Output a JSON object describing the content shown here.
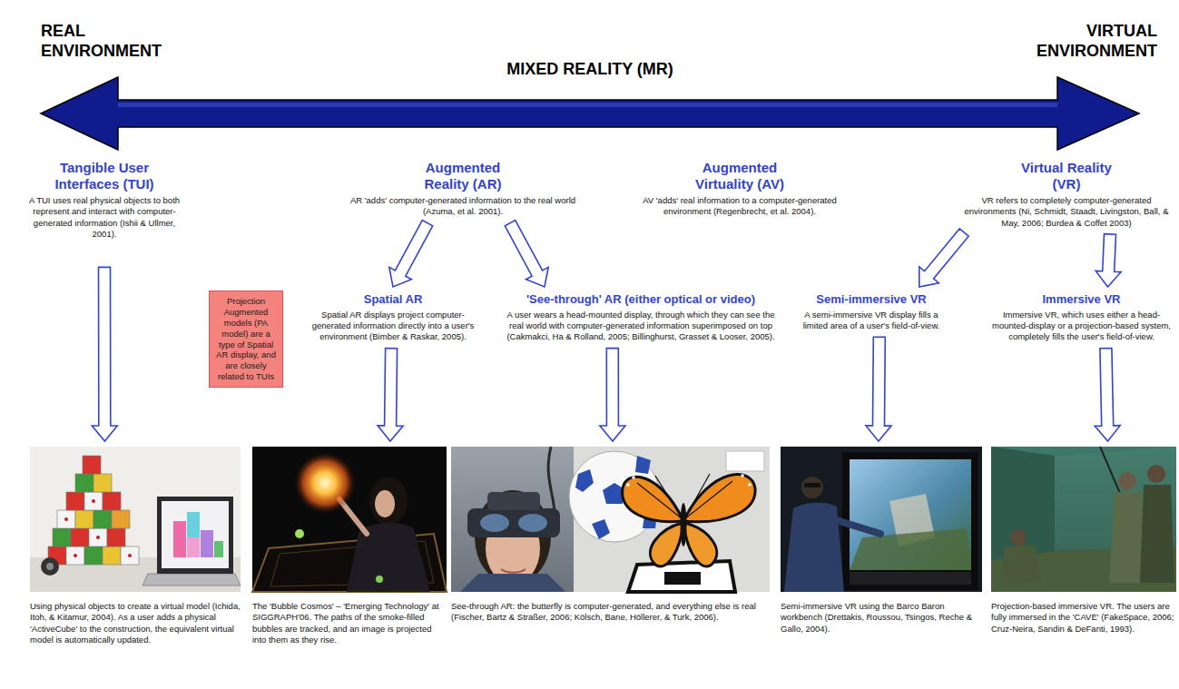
{
  "diagram": {
    "nodes": [
      {
        "text": [
          "Tangible User Interfaces (TUI)",
          "A TUI uses real physical objects to both represent and interact with computer-generated information (Ishii & Ullmer, 2001)."
        ]
      },
      {
        "text": [
          "Augmented Reality (AR)",
          "AR 'adds' computer-generated information to the real world (Azuma, et al. 2001)."
        ]
      },
      {
        "text": [
          "Augmented Virtuality (AV)",
          "AV 'adds' real information to a computer-generated environment (Regenbrecht, et al. 2004)."
        ]
      },
      {
        "text": [
          "Virtual Reality (VR)",
          "VR refers to completely computer-generated environments (Ni, Schmidt, Staadt, Livingston, Ball, & May, 2006; Burdea & Coffet 2003)"
        ]
      },
      {
        "text": [
          "Projection Augmented models (PA model) are a type of Spatial AR display, and are closely related to TUIs"
        ]
      },
      {
        "text": [
          "Spatial AR",
          "Spatial AR displays project computer-generated information directly into a user's environment (Bimber & Raskar, 2005)."
        ]
      },
      {
        "text": [
          "'See-through' AR (either optical or video)",
          "A user wears a head-mounted display, through which they can see the real world with computer-generated information superimposed on top (Cakmakci, Ha & Rolland, 2005; Billinghurst, Grasset & Looser, 2005)."
        ]
      },
      {
        "text": [
          "Semi-immersive VR",
          "A semi-immersive VR display fills a limited area of a user's field-of-view."
        ]
      },
      {
        "text": [
          "Immersive VR",
          "Immersive VR, which uses either a head-mounted-display or a projection-based system, completely fills the user's field-of-view."
        ]
      },
      {
        "text": [
          "Using physical objects to create a virtual model (Ichida, Itoh, & Kitamur, 2004). As a user adds a physical 'ActiveCube' to the construction, the equivalent virtual model is automatically updated."
        ]
      },
      {
        "text": [
          "The 'Bubble Cosmos' – 'Emerging Technology' at SIGGRAPH'06. The paths of the smoke-filled bubbles are tracked, and an image is projected into them as they rise."
        ]
      },
      {
        "text": [
          "See-through AR: the butterfly is computer-generated, and everything else is real (Fischer, Bartz & Straßer, 2006; Kölsch, Bane, Höllerer, & Turk, 2006)."
        ]
      },
      {
        "text": [
          "Semi-immersive VR using the Barco Baron workbench (Drettakis, Roussou, Tsingos, Reche & Gallo, 2004)."
        ]
      },
      {
        "text": [
          "Projection-based immersive VR. The users are fully immersed in the 'CAVE' (FakeSpace, 2006; Cruz-Neira, Sandin & DeFanti, 1993)."
        ]
      }
    ],
    "edges": [
      {
        "from": 1,
        "to": 5,
        "arrow": "to"
      },
      {
        "from": 1,
        "to": 6,
        "arrow": "to"
      },
      {
        "from": 3,
        "to": 7,
        "arrow": "to"
      },
      {
        "from": 3,
        "to": 8,
        "arrow": "to"
      },
      {
        "from": 0,
        "to": 9,
        "arrow": "to"
      },
      {
        "from": 5,
        "to": 10,
        "arrow": "to"
      },
      {
        "from": 6,
        "to": 11,
        "arrow": "to"
      },
      {
        "from": 7,
        "to": 12,
        "arrow": "to"
      },
      {
        "from": 8,
        "to": 13,
        "arrow": "to"
      }
    ],
    "labels": [
      "REAL ENVIRONMENT",
      "MIXED REALITY (MR)",
      "VIRTUAL ENVIRONMENT"
    ]
  }
}
